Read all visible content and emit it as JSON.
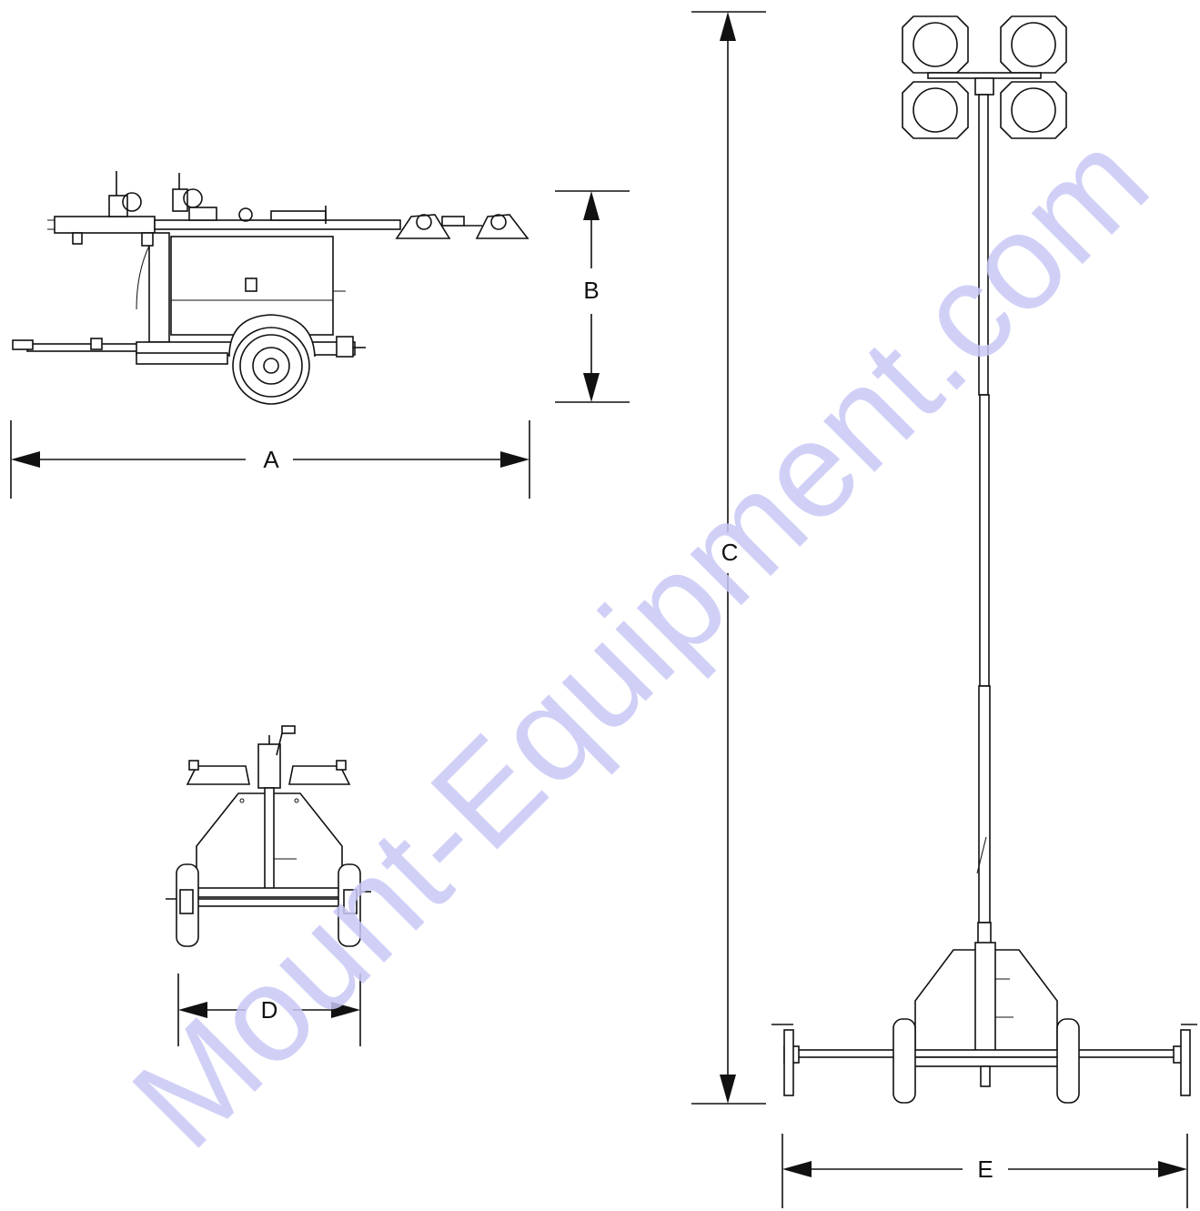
{
  "dimensions": {
    "a": "A",
    "b": "B",
    "c": "C",
    "d": "D",
    "e": "E"
  },
  "watermark": "Mount-Equipment.com",
  "colors": {
    "line": "#111111",
    "watermark": "#c8c8f6",
    "background": "#ffffff"
  }
}
